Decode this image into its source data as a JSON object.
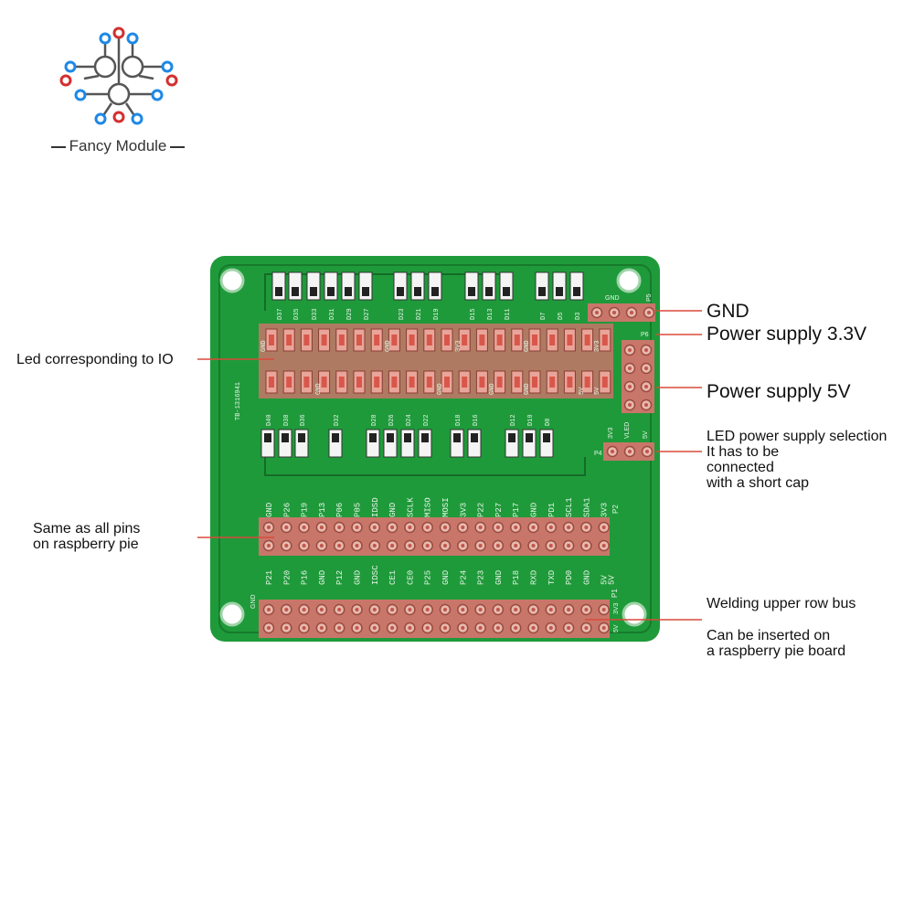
{
  "brand": {
    "name": "Fancy Module"
  },
  "board": {
    "color": "#1f9a3a",
    "pad_color": "#c8766a",
    "silkscreen": "TB-1316941",
    "top_header_labels": [
      "GND",
      "P26",
      "P19",
      "P13",
      "P06",
      "P05",
      "IDSD",
      "GND",
      "SCLK",
      "MISO",
      "MOSI",
      "3V3",
      "P22",
      "P27",
      "P17",
      "GND",
      "PD1",
      "SCL1",
      "SDA1",
      "3V3"
    ],
    "bottom_header_labels": [
      "P21",
      "P20",
      "P16",
      "GND",
      "P12",
      "GND",
      "IDSC",
      "CE1",
      "CE0",
      "P25",
      "GND",
      "P24",
      "P23",
      "GND",
      "P18",
      "RXD",
      "TXD",
      "PD0",
      "GND",
      "5V",
      "5V"
    ],
    "header_tags": {
      "p2": "P2",
      "p1": "P1",
      "gnd": "GND",
      "supply_5v": "5V",
      "supply_3v3": "3V3"
    },
    "led_label_top": [
      "D37",
      "D35",
      "D33",
      "D31",
      "D29",
      "D27",
      "D23",
      "D21",
      "D19",
      "D15",
      "D13",
      "D11",
      "D7",
      "D5",
      "D3"
    ],
    "led_label_bottom": [
      "D40",
      "D38",
      "D36",
      "D32",
      "D28",
      "D26",
      "D24",
      "D22",
      "D18",
      "D16",
      "D12",
      "D10",
      "D8"
    ],
    "strip_labels": [
      "GND",
      "GND",
      "3V3",
      "GND",
      "3V3",
      "GND",
      "GND",
      "GND",
      "GND",
      "5V",
      "5V"
    ],
    "connector_labels": {
      "p5": "P5",
      "gnd": "GND",
      "p6": "P6",
      "p4": "P4",
      "vled": "VLED",
      "v5": "5V",
      "v33": "3V3"
    }
  },
  "callouts": {
    "gnd": "GND",
    "power33": "Power supply 3.3V",
    "power5": "Power supply 5V",
    "led_io": "Led corresponding to IO",
    "led_sel_1": "LED power supply selection",
    "led_sel_2": "It has to be",
    "led_sel_3": "connected",
    "led_sel_4": "with a short cap",
    "same_pins_1": "Same as all pins",
    "same_pins_2": "on raspberry pie",
    "weld": "Welding upper row bus",
    "insert_1": "Can be inserted on",
    "insert_2": "a raspberry pie board"
  },
  "colors": {
    "logo_red": "#d32f2f",
    "logo_blue": "#1e88e5",
    "leader_line": "#d94a3a"
  }
}
